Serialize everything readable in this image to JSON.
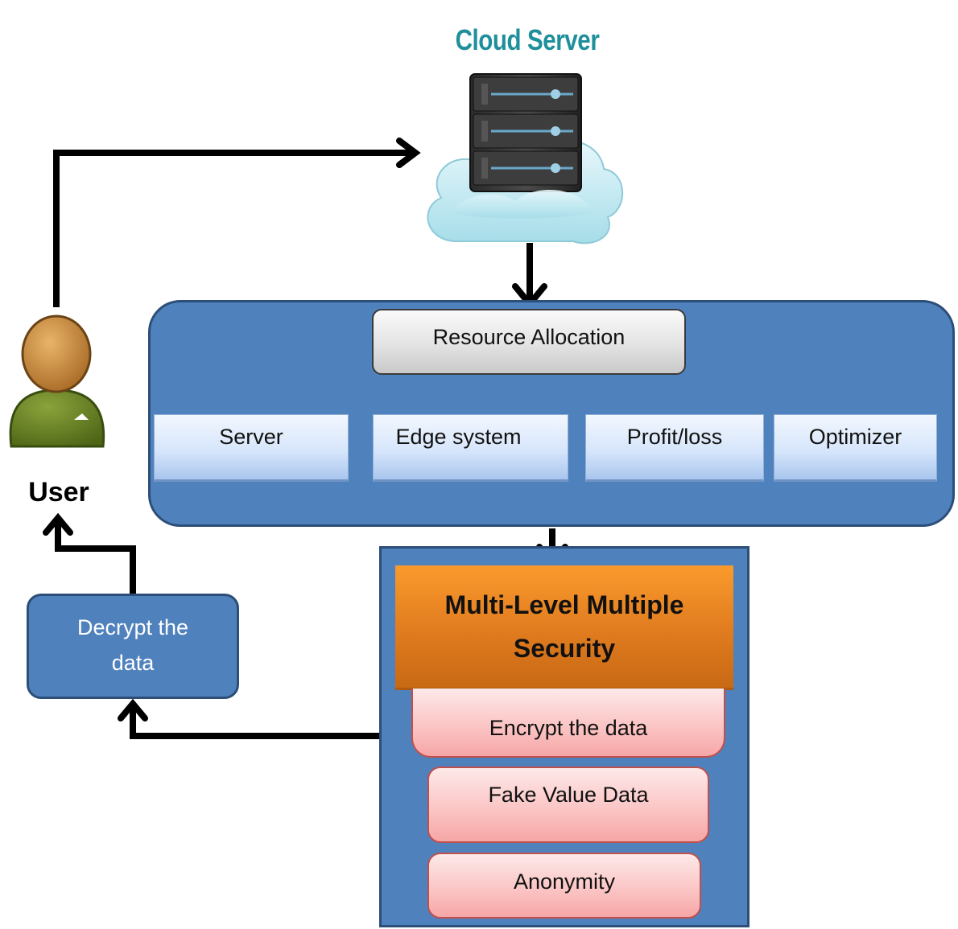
{
  "cloud": {
    "title": "Cloud Server",
    "icon": "server-rack-cloud-icon"
  },
  "user": {
    "label": "User",
    "icon": "user-avatar-icon"
  },
  "resource_allocation": {
    "label": "Resource Allocation",
    "items": [
      "Server",
      "Edge system",
      "Profit/loss",
      "Optimizer"
    ]
  },
  "security": {
    "title": "Multi-Level Multiple Security",
    "layers": [
      "Encrypt the data",
      "Fake Value Data",
      "Anonymity"
    ]
  },
  "decrypt": {
    "label": "Decrypt the data"
  },
  "colors": {
    "panel_blue": "#4f81bd",
    "panel_border": "#2c4e78",
    "title_teal": "#1f8f9c",
    "security_orange": "#e07b1f",
    "layer_pink": "#fbc2c2",
    "arrow": "#000000"
  }
}
